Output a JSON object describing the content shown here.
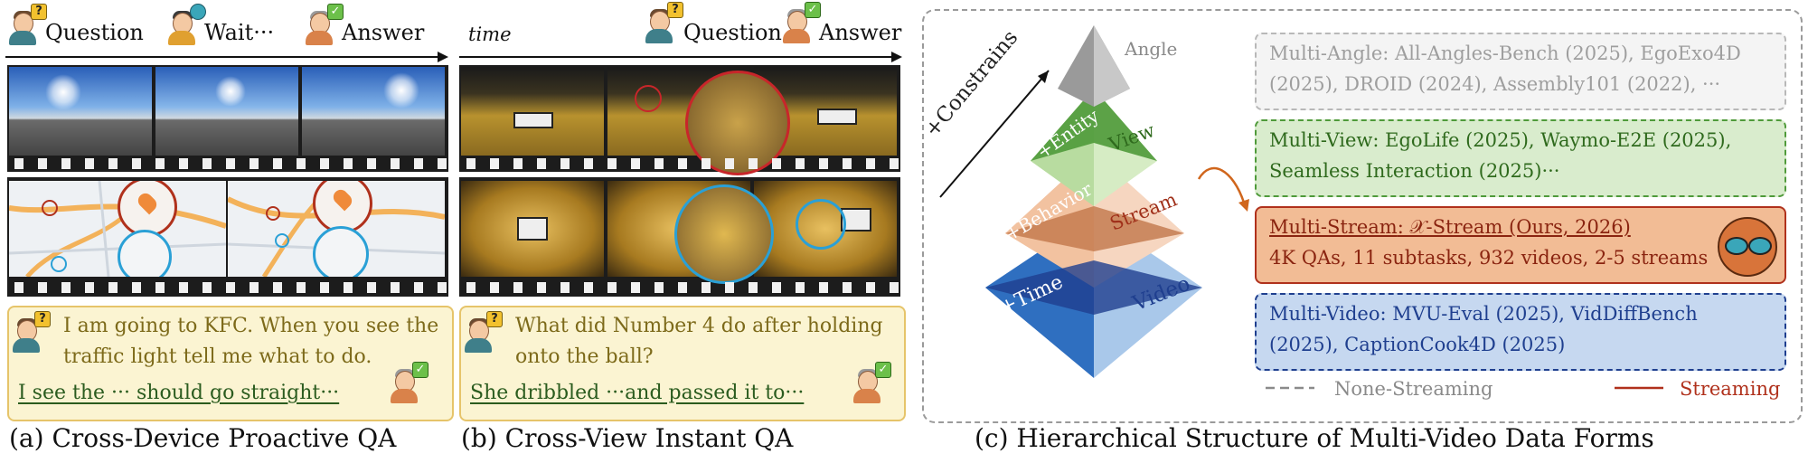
{
  "panel_a": {
    "header": {
      "question": "Question",
      "wait": "Wait···",
      "answer": "Answer"
    },
    "question_text": "I am going to KFC. When you see the traffic light tell me what to do.",
    "answer_text": "I see the ··· should go straight···",
    "caption": "(a) Cross-Device Proactive QA"
  },
  "panel_b": {
    "time_label": "time",
    "header": {
      "question": "Question",
      "answer": "Answer"
    },
    "question_text": "What did Number 4 do after holding onto the ball?",
    "answer_text": "She dribbled ···and passed it to···",
    "caption": "(b) Cross-View Instant QA"
  },
  "panel_c": {
    "axis_label": "+Constrains",
    "pyramid": {
      "top": "Angle",
      "level2_left": "+Entity",
      "level2_right": "View",
      "level3_left": "+Behavior",
      "level3_right": "Stream",
      "level4_left": "+Time",
      "level4_right": "Video"
    },
    "boxes": {
      "angle": "Multi-Angle: All-Angles-Bench (2025), EgoExo4D (2025), DROID (2024), Assembly101 (2022), ···",
      "view": "Multi-View: EgoLife (2025), Waymo-E2E (2025), Seamless Interaction (2025)···",
      "stream_title": "Multi-Stream",
      "stream_name": ": 𝒳-Stream (Ours, 2026)",
      "stream_stats": "4K QAs, 11 subtasks, 932 videos, 2-5 streams",
      "video": "Multi-Video: MVU-Eval (2025), VidDiffBench (2025), CaptionCook4D (2025)"
    },
    "legend": {
      "dashed": "None-Streaming",
      "solid": "Streaming"
    },
    "caption": "(c) Hierarchical Structure of Multi-Video Data Forms",
    "colors": {
      "angle": "#9e9e9e",
      "view": "#2f7d1d",
      "stream": "#b0311c",
      "video": "#1f3f8f"
    }
  }
}
